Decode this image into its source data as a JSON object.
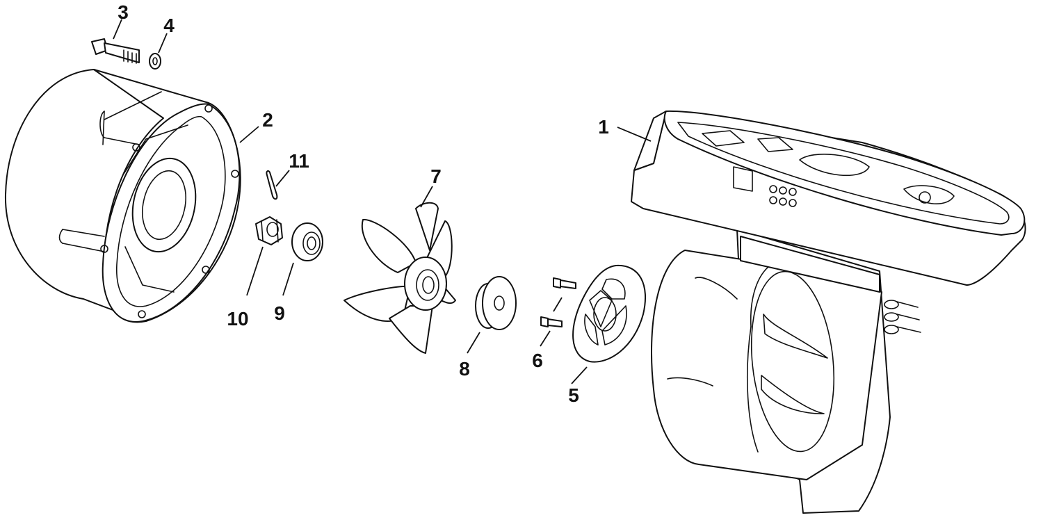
{
  "diagram": {
    "callouts": [
      "1",
      "2",
      "3",
      "4",
      "5",
      "6",
      "7",
      "8",
      "9",
      "10",
      "11"
    ]
  },
  "colors": {
    "ink": "#111111",
    "paper": "#ffffff"
  }
}
